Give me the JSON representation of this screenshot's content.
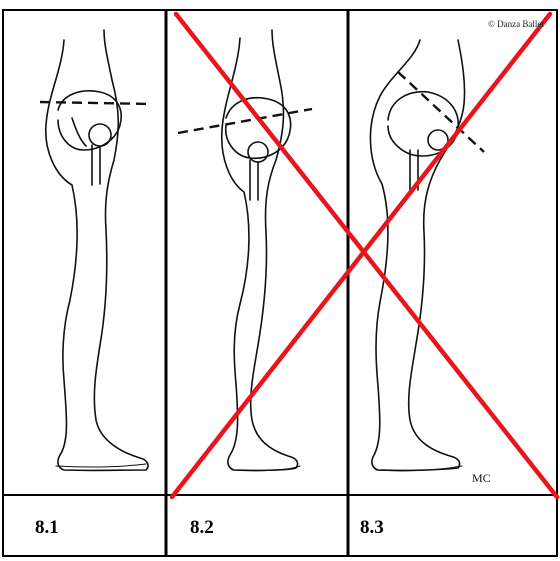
{
  "credit": "© Danza Ballet",
  "panels": [
    {
      "label": "8.1"
    },
    {
      "label": "8.2"
    },
    {
      "label": "8.3"
    }
  ],
  "initials": "MC",
  "colors": {
    "frame": "#000000",
    "cross": "#e8151c",
    "drawing": "#111111"
  }
}
